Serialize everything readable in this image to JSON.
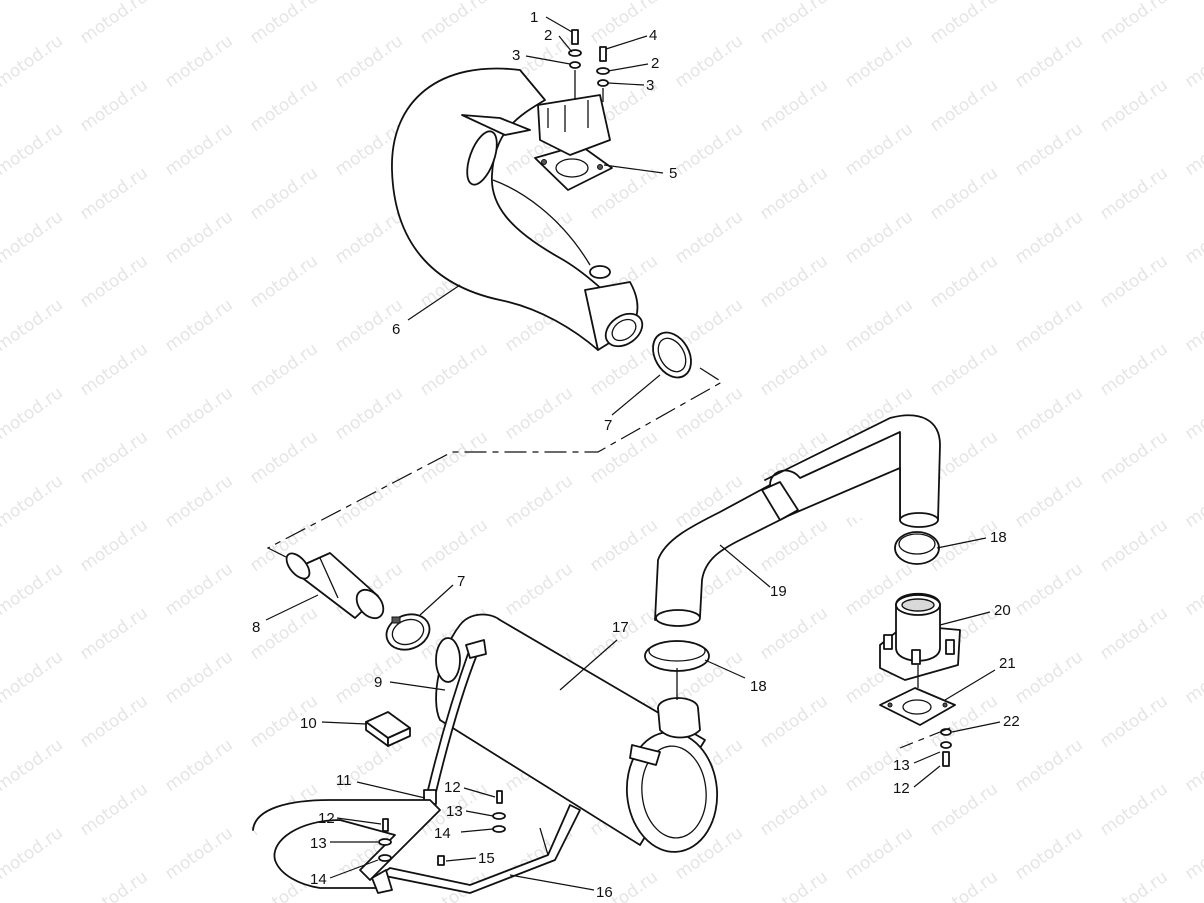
{
  "watermark": "motod.ru",
  "callouts": [
    "1",
    "2",
    "3",
    "4",
    "2",
    "3",
    "5",
    "6",
    "7",
    "7",
    "8",
    "9",
    "10",
    "11",
    "12",
    "13",
    "14",
    "12",
    "13",
    "14",
    "15",
    "16",
    "17",
    "18",
    "18",
    "19",
    "20",
    "21",
    "22",
    "13",
    "12"
  ]
}
